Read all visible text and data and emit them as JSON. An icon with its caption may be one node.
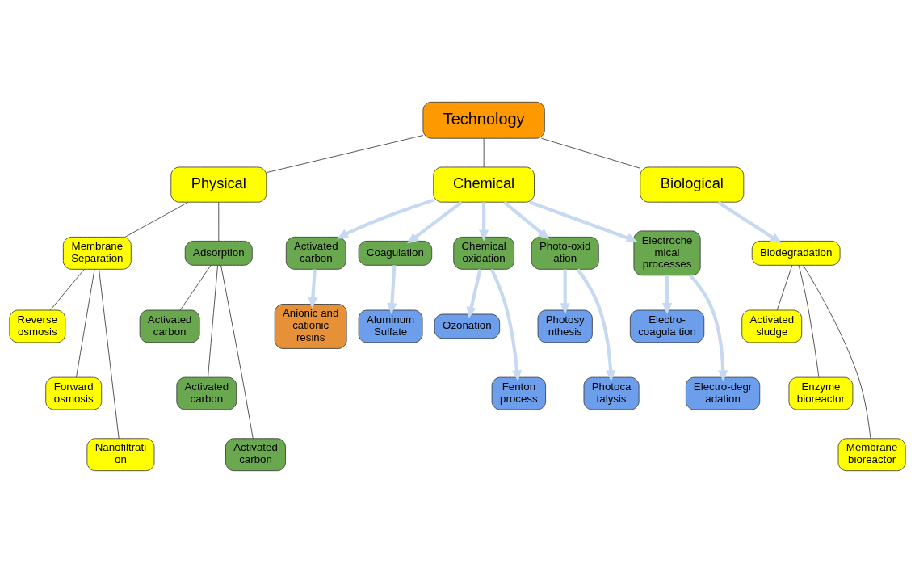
{
  "diagram": {
    "nodes": [
      {
        "text": [
          "Technology"
        ]
      },
      {
        "text": [
          "Physical"
        ]
      },
      {
        "text": [
          "Chemical"
        ]
      },
      {
        "text": [
          "Biological"
        ]
      },
      {
        "text": [
          "Membrane Separation"
        ]
      },
      {
        "text": [
          "Reverse osmosis"
        ]
      },
      {
        "text": [
          "Forward osmosis"
        ]
      },
      {
        "text": [
          "Nanofiltrati on"
        ]
      },
      {
        "text": [
          "Adsorption"
        ]
      },
      {
        "text": [
          "Activated carbon"
        ]
      },
      {
        "text": [
          "Activated carbon"
        ]
      },
      {
        "text": [
          "Activated carbon"
        ]
      },
      {
        "text": [
          "Biodegradation"
        ]
      },
      {
        "text": [
          "Activated sludge"
        ]
      },
      {
        "text": [
          "Enzyme bioreactor"
        ]
      },
      {
        "text": [
          "Membrane bioreactor"
        ]
      },
      {
        "text": [
          "Activated carbon"
        ]
      },
      {
        "text": [
          "Coagulation"
        ]
      },
      {
        "text": [
          "Chemical oxidation"
        ]
      },
      {
        "text": [
          "Photo-oxid ation"
        ]
      },
      {
        "text": [
          "Electroche mical processes"
        ]
      },
      {
        "text": [
          "Anionic and cationic resins"
        ]
      },
      {
        "text": [
          "Aluminum Sulfate"
        ]
      },
      {
        "text": [
          "Ozonation"
        ]
      },
      {
        "text": [
          "Fenton process"
        ]
      },
      {
        "text": [
          "Photosy nthesis"
        ]
      },
      {
        "text": [
          "Photoca talysis"
        ]
      },
      {
        "text": [
          "Electro- coagula tion"
        ]
      },
      {
        "text": [
          "Electro-degr adation"
        ]
      }
    ],
    "edges": [
      {
        "from": 0,
        "to": 1,
        "arrow": "none"
      },
      {
        "from": 0,
        "to": 2,
        "arrow": "none"
      },
      {
        "from": 0,
        "to": 3,
        "arrow": "none"
      },
      {
        "from": 1,
        "to": 4,
        "arrow": "none"
      },
      {
        "from": 4,
        "to": 5,
        "arrow": "none"
      },
      {
        "from": 4,
        "to": 6,
        "arrow": "none"
      },
      {
        "from": 4,
        "to": 7,
        "arrow": "none"
      },
      {
        "from": 1,
        "to": 8,
        "arrow": "none"
      },
      {
        "from": 8,
        "to": 9,
        "arrow": "none"
      },
      {
        "from": 8,
        "to": 10,
        "arrow": "none"
      },
      {
        "from": 8,
        "to": 11,
        "arrow": "none"
      },
      {
        "from": 3,
        "to": 12,
        "arrow": "to",
        "style": "thick",
        "color": "#c6d9f1"
      },
      {
        "from": 12,
        "to": 13,
        "arrow": "none"
      },
      {
        "from": 12,
        "to": 14,
        "arrow": "none"
      },
      {
        "from": 12,
        "to": 15,
        "arrow": "none"
      },
      {
        "from": 2,
        "to": 16,
        "arrow": "to",
        "style": "thick",
        "color": "#c6d9f1"
      },
      {
        "from": 2,
        "to": 17,
        "arrow": "to",
        "style": "thick",
        "color": "#c6d9f1"
      },
      {
        "from": 2,
        "to": 18,
        "arrow": "to",
        "style": "thick",
        "color": "#c6d9f1"
      },
      {
        "from": 2,
        "to": 19,
        "arrow": "to",
        "style": "thick",
        "color": "#c6d9f1"
      },
      {
        "from": 2,
        "to": 20,
        "arrow": "to",
        "style": "thick",
        "color": "#c6d9f1"
      },
      {
        "from": 16,
        "to": 21,
        "arrow": "to",
        "style": "thick",
        "color": "#c6d9f1"
      },
      {
        "from": 17,
        "to": 22,
        "arrow": "to",
        "style": "thick",
        "color": "#c6d9f1"
      },
      {
        "from": 18,
        "to": 23,
        "arrow": "to",
        "style": "thick",
        "color": "#c6d9f1"
      },
      {
        "from": 18,
        "to": 24,
        "arrow": "to",
        "style": "thick",
        "color": "#c6d9f1"
      },
      {
        "from": 19,
        "to": 25,
        "arrow": "to",
        "style": "thick",
        "color": "#c6d9f1"
      },
      {
        "from": 19,
        "to": 26,
        "arrow": "to",
        "style": "thick",
        "color": "#c6d9f1"
      },
      {
        "from": 20,
        "to": 27,
        "arrow": "to",
        "style": "thick",
        "color": "#c6d9f1"
      },
      {
        "from": 20,
        "to": 28,
        "arrow": "to",
        "style": "thick",
        "color": "#c6d9f1"
      }
    ]
  }
}
